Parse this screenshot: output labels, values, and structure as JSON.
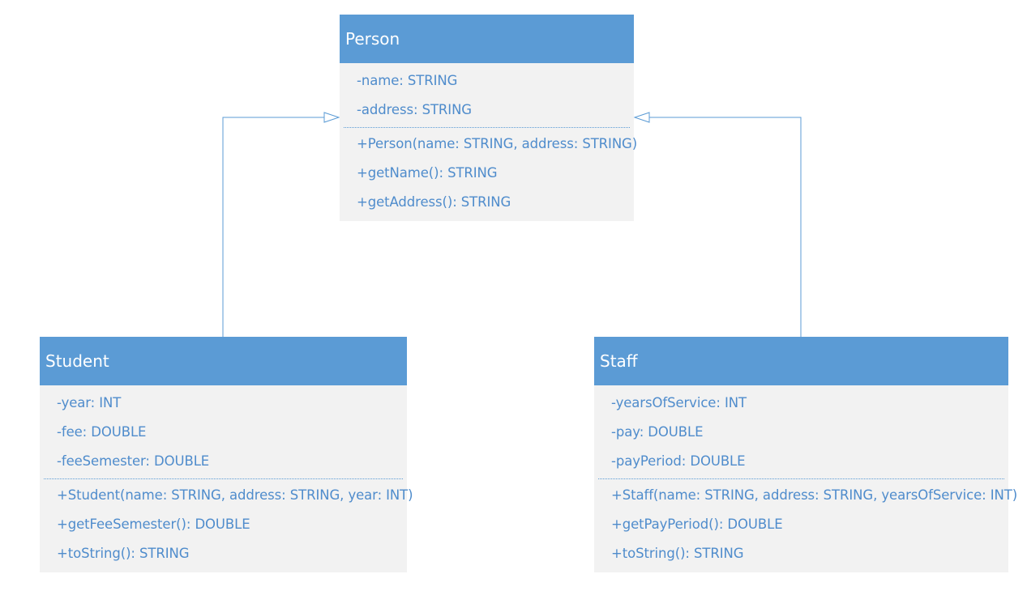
{
  "colors": {
    "header": "#5b9bd5",
    "body": "#f2f2f2",
    "text": "#4f8ccc",
    "header_text": "#ffffff"
  },
  "classes": {
    "person": {
      "name": "Person",
      "attributes": [
        "-name: STRING",
        "-address: STRING"
      ],
      "operations": [
        "+Person(name: STRING, address: STRING)",
        "+getName(): STRING",
        "+getAddress(): STRING"
      ]
    },
    "student": {
      "name": "Student",
      "attributes": [
        "-year: INT",
        "-fee: DOUBLE",
        "-feeSemester: DOUBLE"
      ],
      "operations": [
        "+Student(name: STRING, address: STRING, year: INT)",
        "+getFeeSemester(): DOUBLE",
        "+toString(): STRING"
      ]
    },
    "staff": {
      "name": "Staff",
      "attributes": [
        "-yearsOfService: INT",
        "-pay: DOUBLE",
        "-payPeriod: DOUBLE"
      ],
      "operations": [
        "+Staff(name: STRING, address: STRING, yearsOfService: INT)",
        "+getPayPeriod(): DOUBLE",
        "+toString(): STRING"
      ]
    }
  },
  "relations": [
    {
      "type": "generalization",
      "from": "Student",
      "to": "Person"
    },
    {
      "type": "generalization",
      "from": "Staff",
      "to": "Person"
    }
  ]
}
